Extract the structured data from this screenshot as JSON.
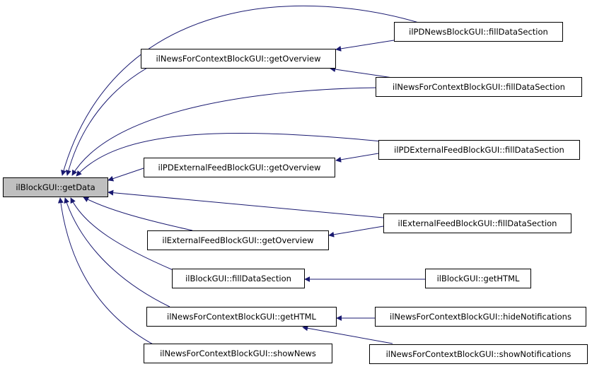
{
  "colors": {
    "edge": "#191970",
    "root_fill": "#bfbfbf",
    "node_border": "#000000"
  },
  "nodes": {
    "root": "ilBlockGUI::getData",
    "n1": "ilPDNewsBlockGUI::fillDataSection",
    "n2": "ilNewsForContextBlockGUI::getOverview",
    "n3": "ilNewsForContextBlockGUI::fillDataSection",
    "n4": "ilPDExternalFeedBlockGUI::fillDataSection",
    "n5": "ilPDExternalFeedBlockGUI::getOverview",
    "n6": "ilExternalFeedBlockGUI::fillDataSection",
    "n7": "ilExternalFeedBlockGUI::getOverview",
    "n8": "ilBlockGUI::fillDataSection",
    "n9": "ilBlockGUI::getHTML",
    "n10": "ilNewsForContextBlockGUI::getHTML",
    "n11": "ilNewsForContextBlockGUI::hideNotifications",
    "n12": "ilNewsForContextBlockGUI::showNotifications",
    "n13": "ilNewsForContextBlockGUI::showNews"
  }
}
